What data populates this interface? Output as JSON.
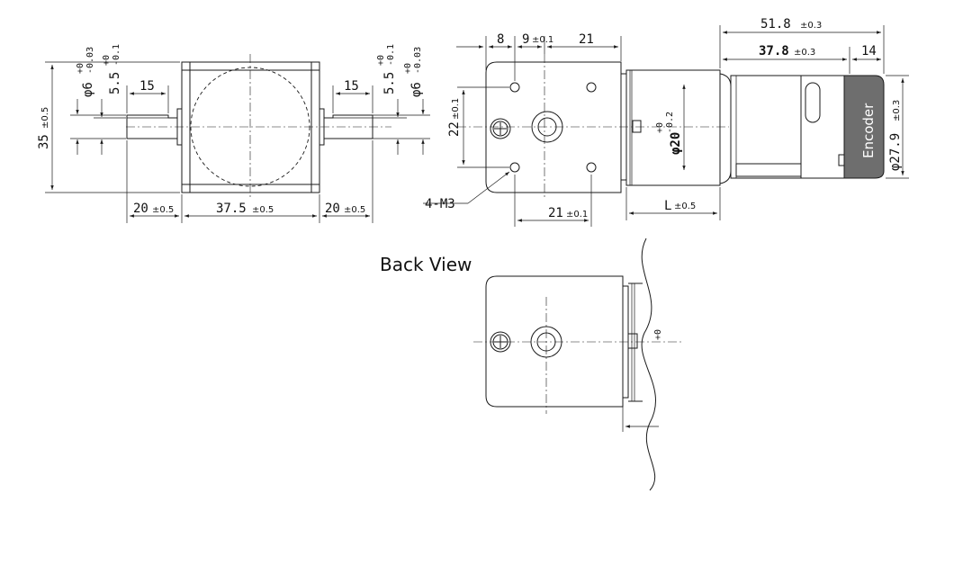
{
  "colors": {
    "line": "#1a1a1a",
    "encoder_fill": "#6e6e6e",
    "encoder_text": "#ffffff",
    "background": "#ffffff"
  },
  "front_view": {
    "dim_height": "35",
    "dim_height_tol": "±0.5",
    "shaft_diameter_left": "φ6",
    "shaft_diameter_left_tol_upper": "+0",
    "shaft_diameter_left_tol_lower": "-0.03",
    "shaft_flat_left": "5.5",
    "shaft_flat_left_tol_upper": "+0",
    "shaft_flat_left_tol_lower": "-0.1",
    "shaft_flat_length_left": "15",
    "shaft_flat_length_right": "15",
    "shaft_flat_right": "5.5",
    "shaft_flat_right_tol_upper": "+0",
    "shaft_flat_right_tol_lower": "-0.1",
    "shaft_diameter_right": "φ6",
    "shaft_diameter_right_tol_upper": "+0",
    "shaft_diameter_right_tol_lower": "-0.03",
    "shaft_length_left": "20",
    "shaft_length_left_tol": "±0.5",
    "body_width": "37.5",
    "body_width_tol": "±0.5",
    "shaft_length_right": "20",
    "shaft_length_right_tol": "±0.5"
  },
  "side_view": {
    "dim_8": "8",
    "dim_9": "9",
    "dim_9_tol": "±0.1",
    "dim_21_top": "21",
    "dim_22": "22",
    "dim_22_tol": "±0.1",
    "hole_callout": "4-M3",
    "dim_21_bottom": "21",
    "dim_21_bottom_tol": "±0.1",
    "motor_diameter": "φ20",
    "motor_diameter_tol_upper": "+0",
    "motor_diameter_tol_lower": "-0.2",
    "length_L": "L",
    "length_L_tol": "±0.5",
    "total_length": "51.8",
    "total_length_tol": "±0.3",
    "motor_length": "37.8",
    "motor_length_tol": "±0.3",
    "encoder_length": "14",
    "encoder_label": "Encoder",
    "encoder_diameter": "φ27.9",
    "encoder_diameter_tol": "±0.3"
  },
  "back_view": {
    "title": "Back View",
    "partial_label": "+0"
  }
}
